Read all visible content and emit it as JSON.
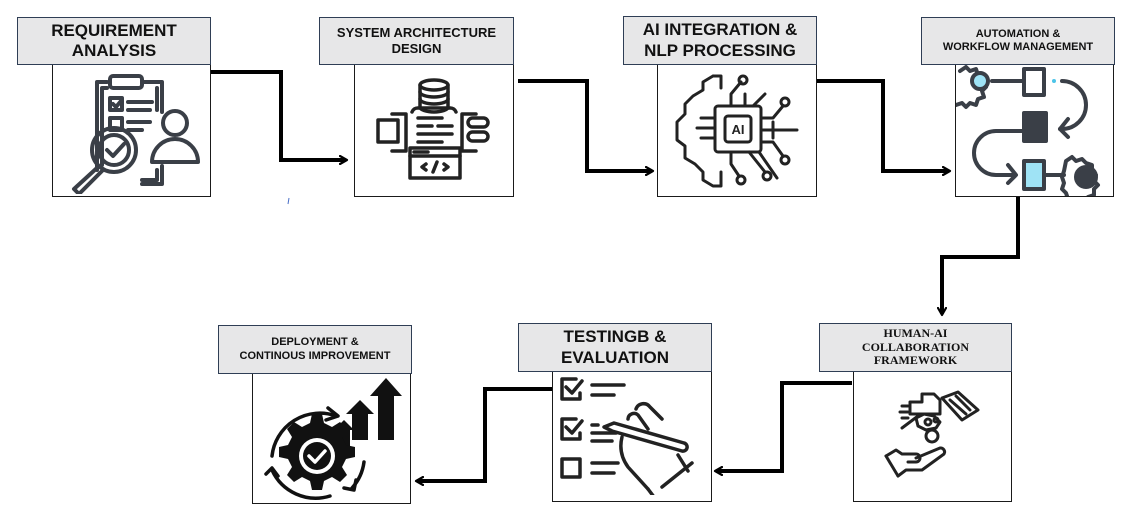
{
  "diagram": {
    "type": "process-flow",
    "stages": [
      {
        "id": "requirement-analysis",
        "title": "REQUIREMENT\nANALYSIS",
        "icon": "clipboard-magnifier-user-icon"
      },
      {
        "id": "system-architecture-design",
        "title": "SYSTEM ARCHITECTURE\nDESIGN",
        "icon": "database-architecture-code-icon"
      },
      {
        "id": "ai-integration-nlp",
        "title": "AI INTEGRATION &\nNLP PROCESSING",
        "icon": "ai-chip-gear-circuit-icon"
      },
      {
        "id": "automation-workflow",
        "title": "AUTOMATION &\nWORKFLOW MANAGEMENT",
        "icon": "gear-workflow-icon"
      },
      {
        "id": "human-ai-collaboration",
        "title": "HUMAN-AI\nCOLLABORATION\nFRAMEWORK",
        "icon": "hand-holding-ideas-icon"
      },
      {
        "id": "testing-evaluation",
        "title": "TESTINGB &\nEVALUATION",
        "icon": "checklist-hand-pen-icon"
      },
      {
        "id": "deployment-improvement",
        "title": "DEPLOYMENT &\nCONTINOUS IMPROVEMENT",
        "icon": "gear-check-cycle-arrows-up-icon"
      }
    ],
    "edges": [
      {
        "from": "requirement-analysis",
        "to": "system-architecture-design"
      },
      {
        "from": "system-architecture-design",
        "to": "ai-integration-nlp"
      },
      {
        "from": "ai-integration-nlp",
        "to": "automation-workflow"
      },
      {
        "from": "automation-workflow",
        "to": "human-ai-collaboration"
      },
      {
        "from": "human-ai-collaboration",
        "to": "testing-evaluation"
      },
      {
        "from": "testing-evaluation",
        "to": "deployment-improvement"
      }
    ],
    "colors": {
      "label_fill": "#e7e7e8",
      "label_border": "#2f3e55",
      "arrow": "#000000",
      "icon_dark": "#3a3f47",
      "icon_accent": "#9fe3f5"
    }
  }
}
